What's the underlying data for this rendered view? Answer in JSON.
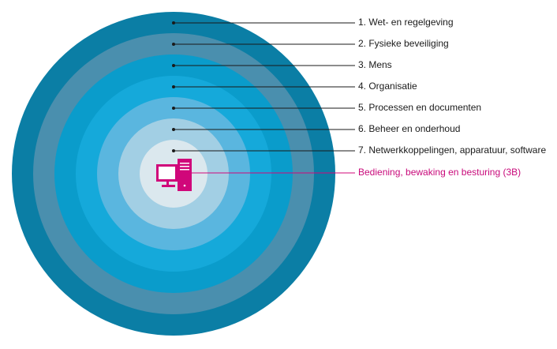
{
  "layers": [
    {
      "label": "1. Wet- en regelgeving",
      "color": "#0b7ea5"
    },
    {
      "label": "2. Fysieke beveiliging",
      "color": "#4a8fae"
    },
    {
      "label": "3. Mens",
      "color": "#0a9ccb"
    },
    {
      "label": "4. Organisatie",
      "color": "#15a9da"
    },
    {
      "label": "5. Processen en documenten",
      "color": "#5ab6df"
    },
    {
      "label": "6. Beheer en onderhoud",
      "color": "#a2cfe4"
    },
    {
      "label": "7. Netwerkkoppelingen, apparatuur, software",
      "color": "#dbe8ee"
    }
  ],
  "core": {
    "label": "Bediening, bewaking en besturing (3B)",
    "color": "#d0077a",
    "icon": "computer-icon"
  }
}
